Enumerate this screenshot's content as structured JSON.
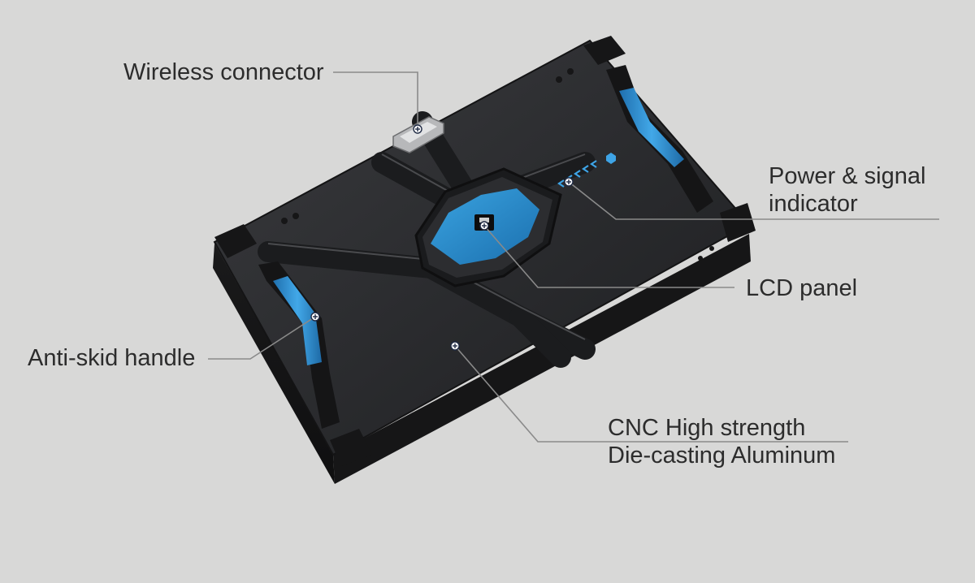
{
  "labels": {
    "wireless": "Wireless connector",
    "power_line1": "Power & signal",
    "power_line2": "indicator",
    "lcd": "LCD panel",
    "handle": "Anti-skid handle",
    "cnc_line1": "CNC High strength",
    "cnc_line2": "Die-casting Aluminum"
  },
  "colors": {
    "background": "#d8d8d7",
    "body": "#2a2b2d",
    "accent": "#2f8fd0",
    "text": "#2c2c2c",
    "leader": "#8a8a8a"
  },
  "icons": {
    "callout_marker": "plus-in-circle-icon",
    "indicator_arrows": "chevron-left-icon"
  }
}
